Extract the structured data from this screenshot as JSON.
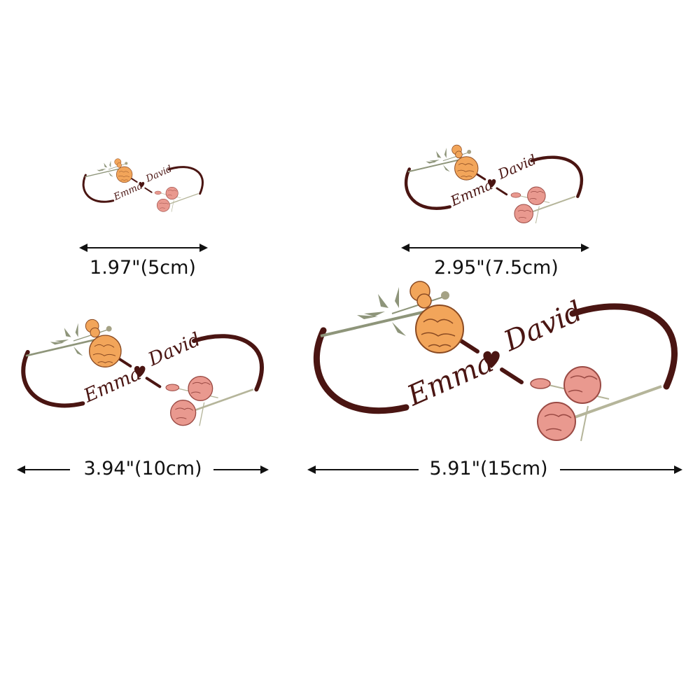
{
  "design": {
    "name_left": "Emma",
    "name_right": "David",
    "colors": {
      "ink": "#4a1512",
      "marigold": "#f2a55a",
      "marigold_line": "#8a4a22",
      "carnation": "#e9998f",
      "carnation_line": "#9a4a44",
      "stem": "#8e957a"
    }
  },
  "sizes": [
    {
      "label": "1.97\"(5cm)"
    },
    {
      "label": "2.95\"(7.5cm)"
    },
    {
      "label": "3.94\"(10cm)"
    },
    {
      "label": "5.91\"(15cm)"
    }
  ]
}
